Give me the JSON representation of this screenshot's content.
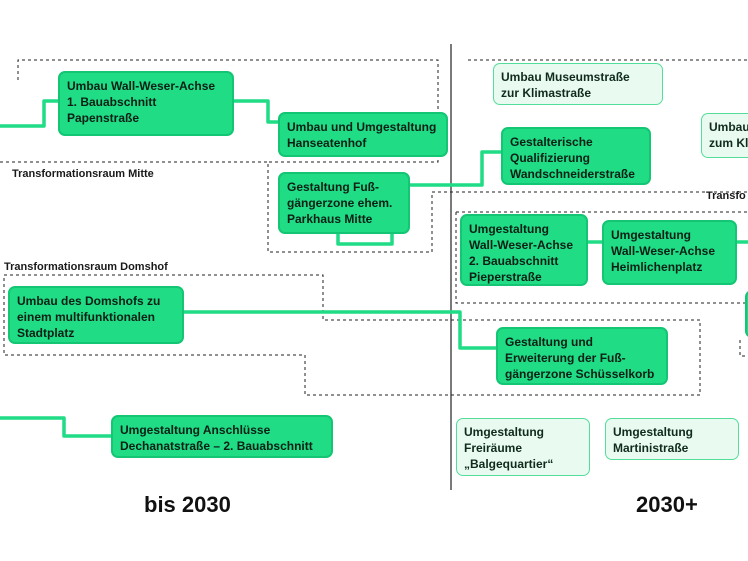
{
  "zones": {
    "mitte": "Transformationsraum Mitte",
    "domshof": "Transformationsraum Domshof",
    "right": "Transfo"
  },
  "nodes": {
    "wall_weser_1": "Umbau Wall-Weser-Achse\n1. Bauabschnitt\nPapenstraße",
    "hanseatenhof": "Umbau und Umgestaltung\nHanseatenhof",
    "parkhaus": "Gestaltung Fuß-\ngängerzone ehem.\nParkhaus Mitte",
    "wandschneider": "Gestalterische\nQualifizierung\nWandschneiderstraße",
    "museum": "Umbau Museumstraße\nzur Klimastraße",
    "klima_partial": "Umbau\nzum Kl",
    "pieper": "Umgestaltung\nWall-Weser-Achse\n2. Bauabschnitt\nPieperstraße",
    "heimlichen": "Umgestaltung\nWall-Weser-Achse\nHeimlichenplatz",
    "domshof": "Umbau des Domshofs zu\neinem multifunktionalen\nStadtplatz",
    "schuesselkorb": "Gestaltung und\nErweiterung der Fuß-\ngängerzone Schüsselkorb",
    "dechanat": "Umgestaltung Anschlüsse\n Dechanatstraße – 2. Bauabschnitt",
    "balgequartier": "Umgestaltung\nFreiräume\n„Balgequartier“",
    "martini": "Umgestaltung\nMartinistraße"
  },
  "periods": {
    "before": "bis 2030",
    "after": "2030+"
  },
  "colors": {
    "done_fill": "#1fdc85",
    "future_fill": "#e9fbf1",
    "line": "#1fdc85",
    "dash": "#222222"
  }
}
